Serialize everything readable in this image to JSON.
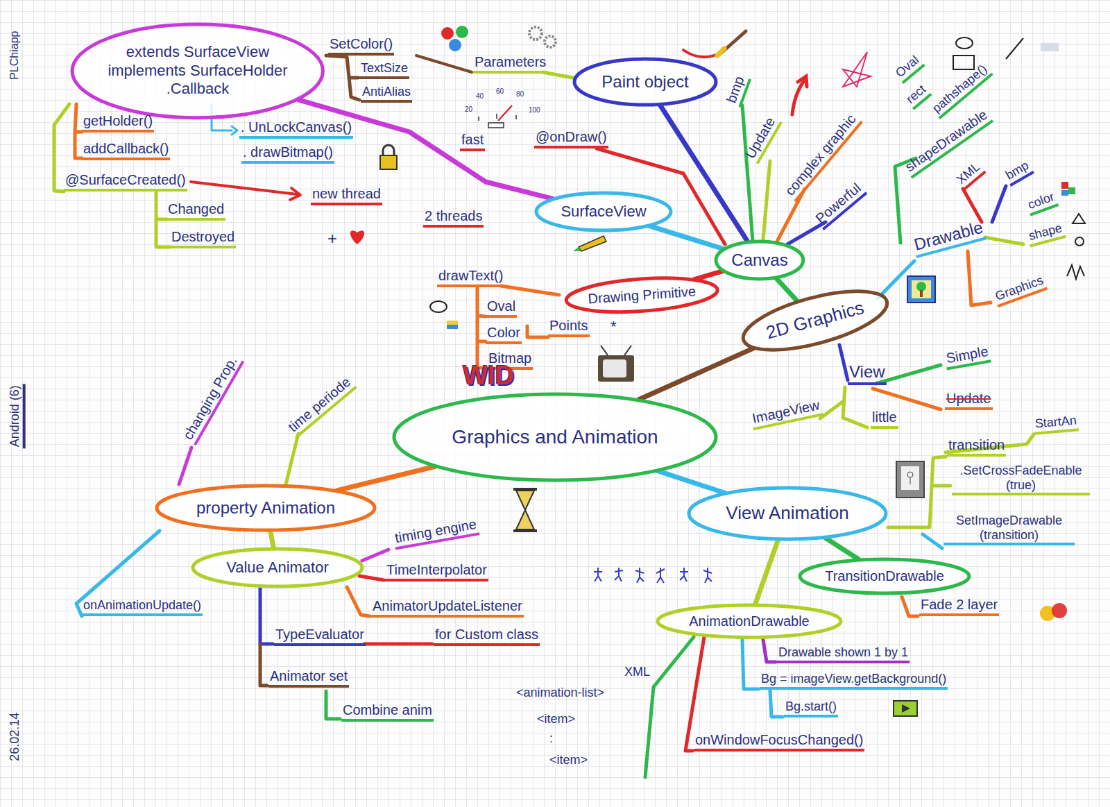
{
  "diagram": {
    "nodes": [
      {
        "text": [
          "extends SurfaceView implements SurfaceHolder .Callback"
        ]
      },
      {
        "text": [
          "Paint object"
        ]
      },
      {
        "text": [
          "SurfaceView"
        ]
      },
      {
        "text": [
          "Canvas"
        ]
      },
      {
        "text": [
          "Drawing Primitive"
        ]
      },
      {
        "text": [
          "2D Graphics"
        ]
      },
      {
        "text": [
          "Graphics and Animation"
        ]
      },
      {
        "text": [
          "property Animation"
        ]
      },
      {
        "text": [
          "View Animation"
        ]
      },
      {
        "text": [
          "Value Animator"
        ]
      },
      {
        "text": [
          "TransitionDrawable"
        ]
      },
      {
        "text": [
          "AnimationDrawable"
        ]
      }
    ],
    "edges": [
      {
        "from": 6,
        "to": 5,
        "arrow": "none"
      },
      {
        "from": 5,
        "to": 3,
        "arrow": "none"
      },
      {
        "from": 3,
        "to": 1,
        "arrow": "none"
      },
      {
        "from": 3,
        "to": 2,
        "arrow": "none"
      },
      {
        "from": 2,
        "to": 0,
        "arrow": "none"
      },
      {
        "from": 3,
        "to": 4,
        "arrow": "none"
      },
      {
        "from": 6,
        "to": 7,
        "arrow": "none"
      },
      {
        "from": 7,
        "to": 9,
        "arrow": "none"
      },
      {
        "from": 6,
        "to": 8,
        "arrow": "none"
      },
      {
        "from": 8,
        "to": 11,
        "arrow": "none"
      },
      {
        "from": 8,
        "to": 10,
        "arrow": "none"
      }
    ],
    "labels": [
      "PLChiapp",
      "Android (6)",
      "26.02.14",
      "SetColor()",
      "TextSize",
      "AntiAlias",
      "Parameters",
      "40",
      "60",
      "80",
      "20",
      "100",
      "fast",
      "@onDraw()",
      "getHolder()",
      ". UnLockCanvas()",
      ". drawBitmap()",
      "addCallback()",
      "@SurfaceCreated()",
      "new thread",
      "Changed",
      "Destroyed",
      "2 threads",
      "+",
      "bmp",
      "Update",
      "complex graphic",
      "Powerful",
      "Oval",
      "rect",
      "pathshape()",
      "shapeDrawable",
      "XML",
      "bmp",
      "color",
      "shape",
      "Graphics",
      "Drawable",
      "drawText()",
      "Oval",
      "Color",
      "Bitmap",
      "Points",
      "*",
      "View",
      "Simple",
      "Update",
      "ImageView",
      "little",
      "WID",
      "changing Prop.",
      "time periode",
      "timing engine",
      "TimeInterpolator",
      "AnimatorUpdateListener",
      "TypeEvaluator",
      "for Custom class",
      "Animator set",
      "Combine anim",
      "onAnimationUpdate()",
      "StartAn",
      "transition",
      ".SetCrossFadeEnable (true)",
      "SetImageDrawable (transition)",
      "Fade 2 layer",
      "Drawable shown 1 by 1",
      "Bg = imageView.getBackground()",
      "Bg.start()",
      "onWindowFocusChanged()",
      "XML",
      "<animation-list>",
      "<item>",
      ":",
      "<item>"
    ]
  }
}
